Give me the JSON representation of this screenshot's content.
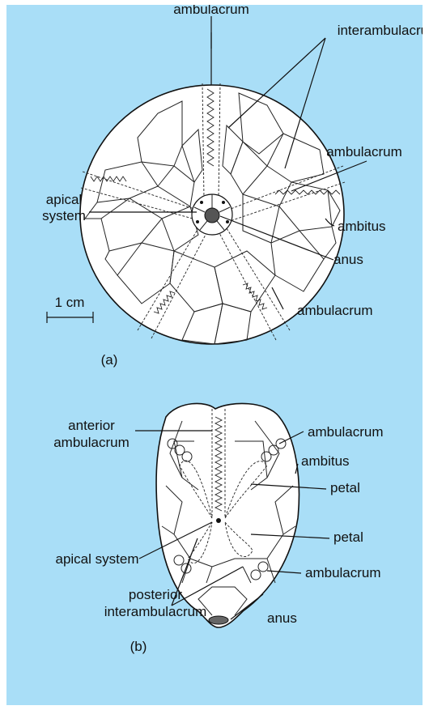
{
  "figure_a": {
    "labels": {
      "ambulacrum_top": "ambulacrum",
      "interambulacrum": "interambulacrum",
      "ambulacrum_right": "ambulacrum",
      "apical_line1": "apical",
      "apical_line2": "system",
      "ambitus": "ambitus",
      "anus": "anus",
      "ambulacrum_bottom": "ambulacrum"
    },
    "scale_label": "1 cm",
    "caption": "(a)"
  },
  "figure_b": {
    "labels": {
      "anterior_line1": "anterior",
      "anterior_line2": "ambulacrum",
      "ambulacrum_top": "ambulacrum",
      "ambitus": "ambitus",
      "petal_upper": "petal",
      "petal_lower": "petal",
      "apical_system": "apical system",
      "ambulacrum_bottom": "ambulacrum",
      "posterior_line1": "posterior",
      "posterior_line2": "interambulacrum",
      "anus": "anus"
    },
    "caption": "(b)"
  },
  "colors": {
    "background": "#a9def7",
    "page": "#ffffff",
    "ink": "#111111"
  }
}
